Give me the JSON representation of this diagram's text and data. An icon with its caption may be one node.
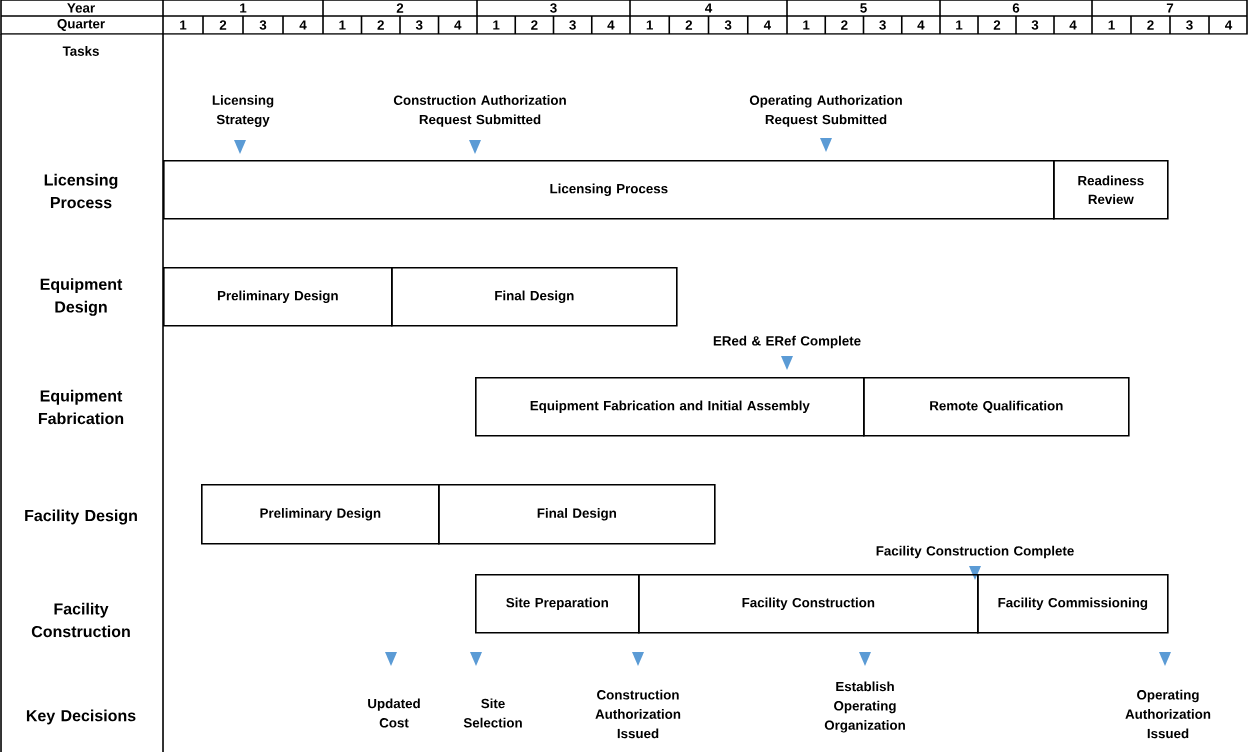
{
  "diagram": {
    "nodes": [
      {
        "text": [
          "Licensing Process"
        ]
      },
      {
        "text": [
          "Readiness Review"
        ]
      },
      {
        "text": [
          "Preliminary Design"
        ]
      },
      {
        "text": [
          "Final Design"
        ]
      },
      {
        "text": [
          "Equipment Fabrication and Initial Assembly"
        ]
      },
      {
        "text": [
          "Remote Qualification"
        ]
      },
      {
        "text": [
          "Preliminary Design"
        ]
      },
      {
        "text": [
          "Final Design"
        ]
      },
      {
        "text": [
          "Site Preparation"
        ]
      },
      {
        "text": [
          "Facility Construction"
        ]
      },
      {
        "text": [
          "Facility Commissioning"
        ]
      }
    ],
    "labels": [
      "Year",
      "1",
      "2",
      "3",
      "4",
      "5",
      "6",
      "7",
      "Quarter",
      "1",
      "2",
      "3",
      "4",
      "1",
      "2",
      "3",
      "4",
      "1",
      "2",
      "3",
      "4",
      "1",
      "2",
      "3",
      "4",
      "1",
      "2",
      "3",
      "4",
      "1",
      "2",
      "3",
      "4",
      "1",
      "2",
      "3",
      "4",
      "Tasks",
      "Licensing Strategy",
      "Construction Authorization Request Submitted",
      "Operating Authorization Request Submitted",
      "Licensing Process",
      "Equipment Design",
      "ERed & ERef Complete",
      "Equipment Fabrication",
      "Facility Design",
      "Facility Construction Complete",
      "Facility Construction",
      "Key Decisions",
      "Updated Cost",
      "Site Selection",
      "Construction Authorization Issued",
      "Establish Operating Organization",
      "Operating Authorization Issued"
    ]
  }
}
